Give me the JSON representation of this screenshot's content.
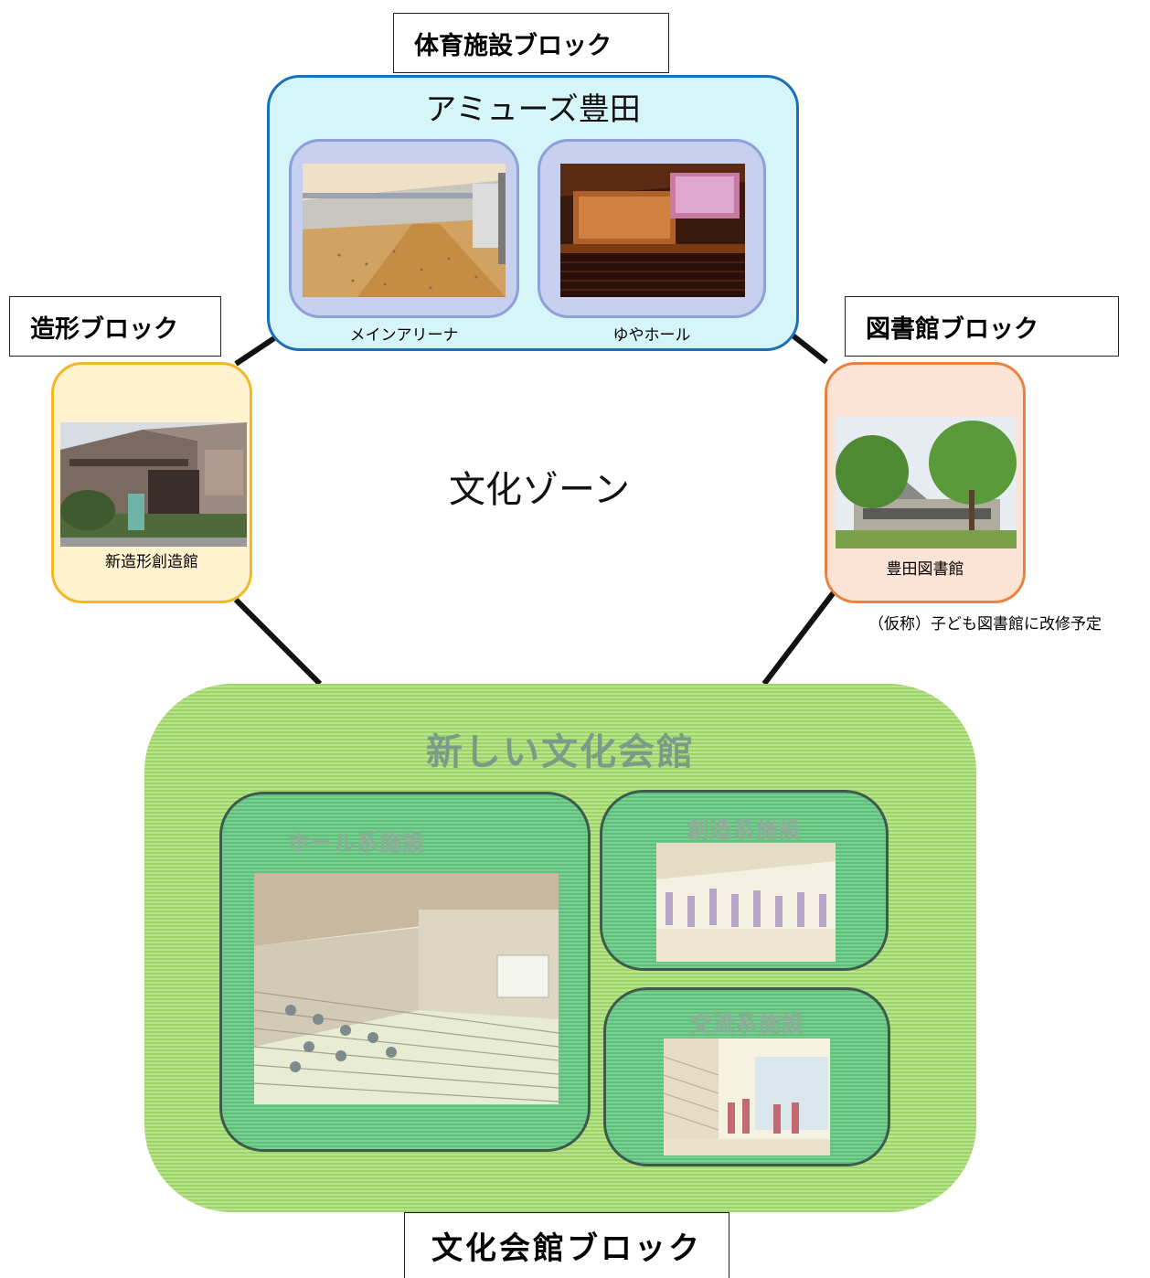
{
  "zone": {
    "label": "文化ゾーン"
  },
  "blocks": {
    "sports": {
      "label": "体育施設ブロック",
      "facility": "アミューズ豊田",
      "photos": [
        {
          "caption": "メインアリーナ"
        },
        {
          "caption": "ゆやホール"
        }
      ]
    },
    "zokei": {
      "label": "造形ブロック",
      "caption": "新造形創造館"
    },
    "library": {
      "label": "図書館ブロック",
      "caption": "豊田図書館",
      "note": "（仮称）子ども図書館に改修予定"
    },
    "culture": {
      "label": "文化会館ブロック",
      "title": "新しい文化会館",
      "sections": [
        {
          "title": "ホール系施設"
        },
        {
          "title": "創造系施設"
        },
        {
          "title": "交流系施設"
        }
      ]
    }
  },
  "colors": {
    "sports_border": "#1b6fb8",
    "sports_fill": "#d6f5f8",
    "zokei_border": "#f2b824",
    "library_border": "#e9823f",
    "hall_fill": "#9cd46a",
    "section_fill": "#5fc07d"
  }
}
